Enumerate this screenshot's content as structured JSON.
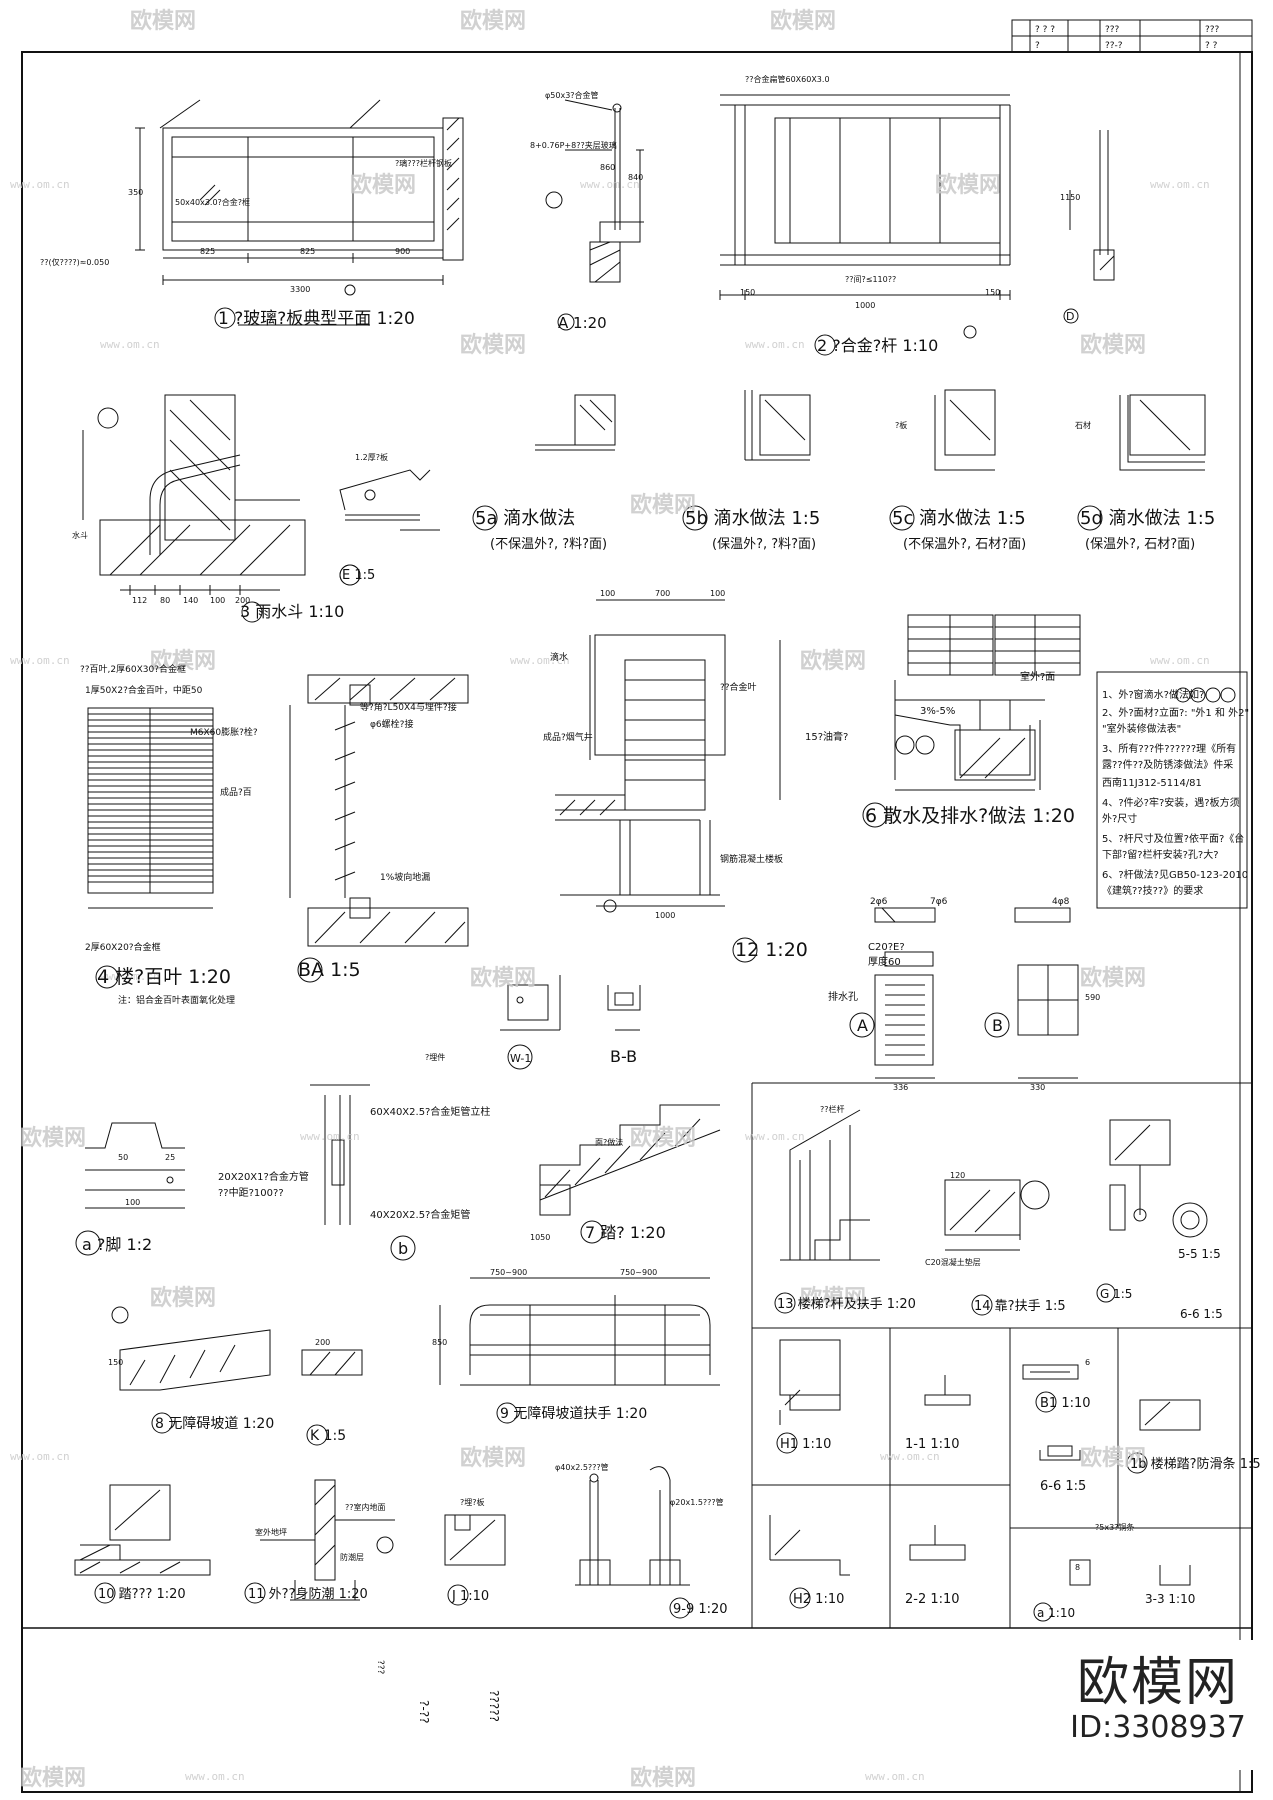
{
  "title_block": {
    "row1": "? ? ?",
    "row2": "?",
    "mid1": "???",
    "mid2": "??-?",
    "right1": "???",
    "right2": "? ?"
  },
  "bottom_band": {
    "t1": "?-??",
    "t2": "?????",
    "t3": "???",
    "t4": "??"
  },
  "watermark": {
    "brand": "欧模网",
    "site": "www.om.cn"
  },
  "logo": {
    "brand": "欧模网",
    "id": "ID:3308937"
  },
  "details": [
    {
      "key": "1",
      "text": "1 ?玻璃?板典型平面 1:20"
    },
    {
      "key": "A",
      "text": "A 1:20"
    },
    {
      "key": "2",
      "text": "2 ?合金?杆 1:10"
    },
    {
      "key": "D",
      "text": "D"
    },
    {
      "key": "3",
      "text": "3 雨水斗 1:10"
    },
    {
      "key": "E",
      "text": "E 1:5"
    },
    {
      "key": "5a",
      "text": "5a 滴水做法"
    },
    {
      "key": "5a-note",
      "text": "(不保温外?, ?料?面)"
    },
    {
      "key": "5b",
      "text": "5b 滴水做法 1:5"
    },
    {
      "key": "5b-note",
      "text": "(保温外?, ?料?面)"
    },
    {
      "key": "5c",
      "text": "5c 滴水做法 1:5"
    },
    {
      "key": "5c-note",
      "text": "(不保温外?, 石材?面)"
    },
    {
      "key": "5d",
      "text": "5d 滴水做法 1:5"
    },
    {
      "key": "5d-note",
      "text": "(保温外?, 石材?面)"
    },
    {
      "key": "4",
      "text": "4 楼?百叶 1:20"
    },
    {
      "key": "4-note",
      "text": "注：铝合金百叶表面氧化处理"
    },
    {
      "key": "BA",
      "text": "BA 1:5"
    },
    {
      "key": "12",
      "text": "12 1:20"
    },
    {
      "key": "6",
      "text": "6 散水及排水?做法 1:20"
    },
    {
      "key": "A-pit",
      "text": "A"
    },
    {
      "key": "B-pit",
      "text": "B"
    },
    {
      "key": "W1",
      "text": "W-1"
    },
    {
      "key": "BB",
      "text": "B-B"
    },
    {
      "key": "a",
      "text": "a ?脚 1:2"
    },
    {
      "key": "b",
      "text": "b"
    },
    {
      "key": "7",
      "text": "7 踏? 1:20"
    },
    {
      "key": "13",
      "text": "13 楼梯?杆及扶手 1:20"
    },
    {
      "key": "14",
      "text": "14 靠?扶手 1:5"
    },
    {
      "key": "G",
      "text": "G 1:5"
    },
    {
      "key": "55",
      "text": "5-5 1:5"
    },
    {
      "key": "66a",
      "text": "6-6 1:5"
    },
    {
      "key": "8",
      "text": "8 无障碍坡道 1:20"
    },
    {
      "key": "K",
      "text": "K 1:5"
    },
    {
      "key": "9",
      "text": "9 无障碍坡道扶手 1:20"
    },
    {
      "key": "H1",
      "text": "H1 1:10"
    },
    {
      "key": "11",
      "text": "1-1 1:10"
    },
    {
      "key": "B1",
      "text": "B1 1:10"
    },
    {
      "key": "66b",
      "text": "6-6 1:5"
    },
    {
      "key": "1b",
      "text": "1b 楼梯踏?防滑条 1:5"
    },
    {
      "key": "10",
      "text": "10 踏??? 1:20"
    },
    {
      "key": "11d",
      "text": "11 外??身防潮 1:20"
    },
    {
      "key": "J",
      "text": "J 1:10"
    },
    {
      "key": "99",
      "text": "9-9 1:20"
    },
    {
      "key": "H2",
      "text": "H2 1:10"
    },
    {
      "key": "22",
      "text": "2-2 1:10"
    },
    {
      "key": "a10",
      "text": "a 1:10"
    },
    {
      "key": "33",
      "text": "3-3 1:10"
    }
  ],
  "notes": [
    "1、外?窗滴水?做法如?",
    "2、外?面材?立面?: \"外1 和 外2\"",
    "\"室外装修做法表\"",
    "3、所有???件??????理《所有",
    "露??件??及防锈漆做法》件采",
    "西南11J312-5114/81",
    "4、?件必?牢?安装，遇?板方须",
    "外?尺寸",
    "5、?杆尺寸及位置?依平面?《台",
    "下部?留?栏杆安装?孔?大?",
    "6、?杆做法?见GB50-123-2010",
    "《建筑??技??》的要求"
  ],
  "labels": {
    "l1": "50x40x3.0?合金?框",
    "l2": "??(仅????)≈0.050",
    "l3": "?璃???栏杆钢板",
    "l4": "φ50x3?合金管",
    "l5": "8+0.76P+8??夹层玻璃",
    "l6": "??合金扁管60X60X3.0",
    "l7": "??间?≤110??",
    "l8": "1.2厚?板",
    "l9": "水斗",
    "l10": "?板",
    "l11": "石材",
    "l12": "??百叶,2厚60X30?合金框",
    "l13": "1厚50X2?合金百叶，中距50",
    "l14": "M6X60膨胀?栓?",
    "l15": "成品?百",
    "l16": "2厚60X20?合金框",
    "l17": "等?角?L50X4与埋件?接",
    "l18": "φ6螺栓?接",
    "l19": "1%坡向地漏",
    "l20": "成品?烟气井",
    "l21": "滴水",
    "l22": "??合金叶",
    "l23": "钢筋混凝土楼板",
    "l24": "15?油膏?",
    "l25": "3%-5%",
    "l26": "室外?面",
    "l27": "C20?E?",
    "l28": "厚度60",
    "l29": "排水孔",
    "l30": "60X40X2.5?合金矩管立柱",
    "l31": "20X20X1?合金方管",
    "l32": "??中距?100??",
    "l33": "40X20X2.5?合金矩管",
    "l34": "??栏杆",
    "l35": "C20混凝土垫层",
    "l36": "面?做法",
    "l37": "φ40x2.5???管",
    "l38": "φ20x1.5???管",
    "l39": "?埋?板",
    "l40": "室外地坪",
    "l41": "防潮层",
    "l42": "??室内地面",
    "l43": "?5x3?铜条",
    "l44": "?埋件"
  },
  "dims": {
    "d1": "3300",
    "d2": "825",
    "d3": "825",
    "d4": "900",
    "d5": "350",
    "d6": "1000",
    "d7": "150",
    "d8": "150",
    "d9": "1150",
    "d10": "112",
    "d11": "80",
    "d12": "140",
    "d13": "100",
    "d14": "200",
    "d15": "100",
    "d16": "700",
    "d17": "100",
    "d18": "1000",
    "d19": "336",
    "d20": "330",
    "d21": "590",
    "d22": "150",
    "d23": "200",
    "d24": "750~900",
    "d25": "750~900",
    "d26": "850",
    "d27": "50",
    "d28": "25",
    "d29": "100",
    "d30": "860",
    "d31": "840",
    "d32": "1050",
    "d33": "2φ6",
    "d34": "4φ8",
    "d35": "7φ6",
    "d36": "120",
    "d37": "8",
    "d38": "6"
  }
}
